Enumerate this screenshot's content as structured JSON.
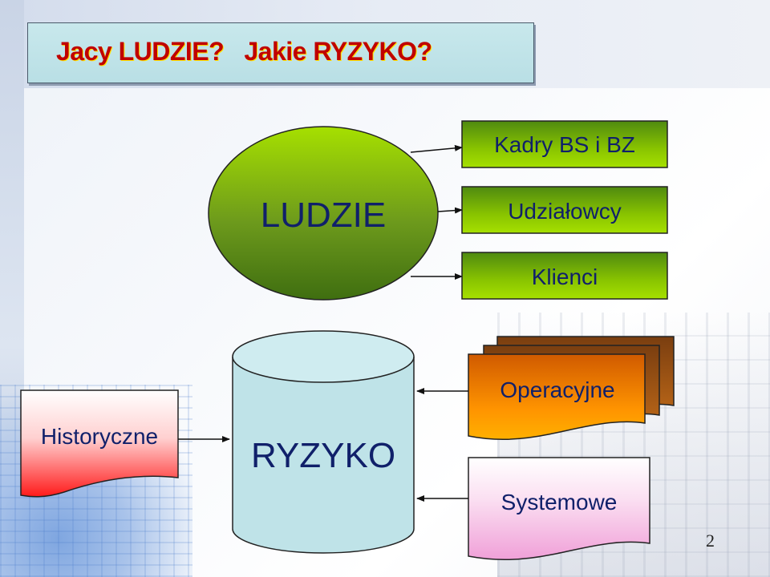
{
  "slide": {
    "title_part1": "Jacy LUDZIE?",
    "title_part2": "Jakie RYZYKO?",
    "page_number": "2"
  },
  "diagram": {
    "people_node": "LUDZIE",
    "people_groups": [
      "Kadry BS i BZ",
      "Udziałowcy",
      "Klienci"
    ],
    "risk_node": "RYZYKO",
    "risk_sources": {
      "historical": "Historyczne",
      "operational": "Operacyjne",
      "systemic": "Systemowe"
    }
  },
  "colors": {
    "title_text": "#c00000",
    "title_shadow": "#ffe600",
    "label_text": "#10206a",
    "green_dark": "#3f6e10",
    "green_light": "#a6e000",
    "orange_dark": "#e07000",
    "orange_light": "#ffb000",
    "red": "#ff1a1a",
    "pink": "#f0a0d8",
    "cylinder": "#bfe3e8"
  }
}
